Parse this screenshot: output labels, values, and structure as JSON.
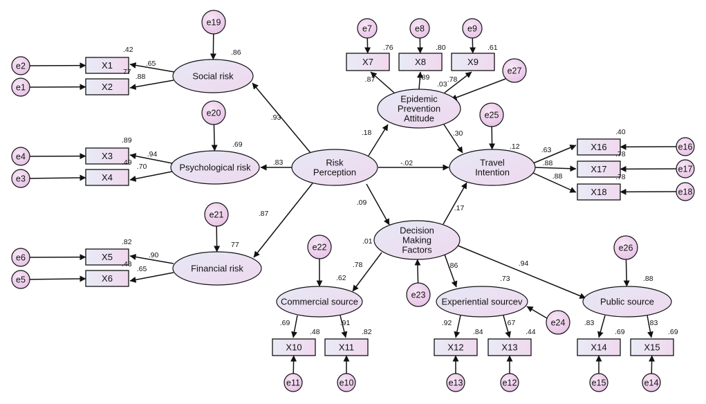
{
  "latents": [
    {
      "id": "social",
      "label": [
        "Social risk"
      ],
      "r2": ".86"
    },
    {
      "id": "psych",
      "label": [
        "Psychological risk"
      ],
      "r2": ".69"
    },
    {
      "id": "fin",
      "label": [
        "Financial risk"
      ],
      "r2": "77"
    },
    {
      "id": "risk",
      "label": [
        "Risk",
        "Perception"
      ],
      "r2": ""
    },
    {
      "id": "epi",
      "label": [
        "Epidemic",
        "Prevention",
        "Attitude"
      ],
      "r2": ".03"
    },
    {
      "id": "travel",
      "label": [
        "Travel",
        "Intention"
      ],
      "r2": ".12"
    },
    {
      "id": "dec",
      "label": [
        "Decision",
        "Making",
        "Factors"
      ],
      "r2": ".01"
    },
    {
      "id": "com",
      "label": [
        "Commercial source"
      ],
      "r2": ".62"
    },
    {
      "id": "exp",
      "label": [
        "Experiential sourcev"
      ],
      "r2": ".73"
    },
    {
      "id": "pub",
      "label": [
        "Public source"
      ],
      "r2": ".88"
    }
  ],
  "observed": [
    {
      "id": "X1",
      "label": "X1",
      "r2": ".42"
    },
    {
      "id": "X2",
      "label": "X2",
      "r2": "77"
    },
    {
      "id": "X3",
      "label": "X3",
      "r2": ".89"
    },
    {
      "id": "X4",
      "label": "X4",
      "r2": ".49"
    },
    {
      "id": "X5",
      "label": "X5",
      "r2": ".82"
    },
    {
      "id": "X6",
      "label": "X6",
      "r2": ".43"
    },
    {
      "id": "X7",
      "label": "X7",
      "r2": ".76"
    },
    {
      "id": "X8",
      "label": "X8",
      "r2": ".80"
    },
    {
      "id": "X9",
      "label": "X9",
      "r2": ".61"
    },
    {
      "id": "X10",
      "label": "X10",
      "r2": ".48"
    },
    {
      "id": "X11",
      "label": "X11",
      "r2": ".82"
    },
    {
      "id": "X12",
      "label": "X12",
      "r2": ".84"
    },
    {
      "id": "X13",
      "label": "X13",
      "r2": ".44"
    },
    {
      "id": "X14",
      "label": "X14",
      "r2": ".69"
    },
    {
      "id": "X15",
      "label": "X15",
      "r2": ".69"
    },
    {
      "id": "X16",
      "label": "X16",
      "r2": ".40"
    },
    {
      "id": "X17",
      "label": "X17",
      "r2": ".78"
    },
    {
      "id": "X18",
      "label": "X18",
      "r2": ".78"
    }
  ],
  "errors": [
    {
      "id": "e1",
      "label": "e1"
    },
    {
      "id": "e2",
      "label": "e2"
    },
    {
      "id": "e3",
      "label": "e3"
    },
    {
      "id": "e4",
      "label": "e4"
    },
    {
      "id": "e5",
      "label": "e5"
    },
    {
      "id": "e6",
      "label": "e6"
    },
    {
      "id": "e7",
      "label": "e7"
    },
    {
      "id": "e8",
      "label": "e8"
    },
    {
      "id": "e9",
      "label": "e9"
    },
    {
      "id": "e10",
      "label": "e10"
    },
    {
      "id": "e11",
      "label": "e11"
    },
    {
      "id": "e12",
      "label": "e12"
    },
    {
      "id": "e13",
      "label": "e13"
    },
    {
      "id": "e14",
      "label": "e14"
    },
    {
      "id": "e15",
      "label": "e15"
    },
    {
      "id": "e16",
      "label": "e16"
    },
    {
      "id": "e17",
      "label": "e17"
    },
    {
      "id": "e18",
      "label": "e18"
    },
    {
      "id": "e19",
      "label": "e19"
    },
    {
      "id": "e20",
      "label": "e20"
    },
    {
      "id": "e21",
      "label": "e21"
    },
    {
      "id": "e22",
      "label": "e22"
    },
    {
      "id": "e23",
      "label": "e23"
    },
    {
      "id": "e24",
      "label": "e24"
    },
    {
      "id": "e25",
      "label": "e25"
    },
    {
      "id": "e26",
      "label": "e26"
    },
    {
      "id": "e27",
      "label": "e27"
    }
  ],
  "paths": [
    {
      "from": "risk",
      "to": "social",
      "coef": ".93"
    },
    {
      "from": "risk",
      "to": "psych",
      "coef": ".83"
    },
    {
      "from": "risk",
      "to": "fin",
      "coef": ".87"
    },
    {
      "from": "risk",
      "to": "epi",
      "coef": ".18"
    },
    {
      "from": "risk",
      "to": "travel",
      "coef": "-.02"
    },
    {
      "from": "risk",
      "to": "dec",
      "coef": ".09"
    },
    {
      "from": "epi",
      "to": "travel",
      "coef": ".30"
    },
    {
      "from": "dec",
      "to": "travel",
      "coef": ".17"
    },
    {
      "from": "dec",
      "to": "com",
      "coef": ".78"
    },
    {
      "from": "dec",
      "to": "exp",
      "coef": ".86"
    },
    {
      "from": "dec",
      "to": "pub",
      "coef": ".94"
    },
    {
      "from": "social",
      "to": "X1",
      "coef": ".65"
    },
    {
      "from": "social",
      "to": "X2",
      "coef": ".88"
    },
    {
      "from": "psych",
      "to": "X3",
      "coef": ".94"
    },
    {
      "from": "psych",
      "to": "X4",
      "coef": ".70"
    },
    {
      "from": "fin",
      "to": "X5",
      "coef": ".90"
    },
    {
      "from": "fin",
      "to": "X6",
      "coef": ".65"
    },
    {
      "from": "epi",
      "to": "X7",
      "coef": ".87"
    },
    {
      "from": "epi",
      "to": "X8",
      "coef": ".89"
    },
    {
      "from": "epi",
      "to": "X9",
      "coef": ".78"
    },
    {
      "from": "travel",
      "to": "X16",
      "coef": ".63"
    },
    {
      "from": "travel",
      "to": "X17",
      "coef": ".88"
    },
    {
      "from": "travel",
      "to": "X18",
      "coef": ".88"
    },
    {
      "from": "com",
      "to": "X10",
      "coef": ".69"
    },
    {
      "from": "com",
      "to": "X11",
      "coef": ".91"
    },
    {
      "from": "exp",
      "to": "X12",
      "coef": ".92"
    },
    {
      "from": "exp",
      "to": "X13",
      "coef": ".67"
    },
    {
      "from": "pub",
      "to": "X14",
      "coef": ".83"
    },
    {
      "from": "pub",
      "to": "X15",
      "coef": ".83"
    },
    {
      "from": "e1",
      "to": "X2",
      "coef": ""
    },
    {
      "from": "e2",
      "to": "X1",
      "coef": ""
    },
    {
      "from": "e3",
      "to": "X4",
      "coef": ""
    },
    {
      "from": "e4",
      "to": "X3",
      "coef": ""
    },
    {
      "from": "e5",
      "to": "X6",
      "coef": ""
    },
    {
      "from": "e6",
      "to": "X5",
      "coef": ""
    },
    {
      "from": "e7",
      "to": "X7",
      "coef": ""
    },
    {
      "from": "e8",
      "to": "X8",
      "coef": ""
    },
    {
      "from": "e9",
      "to": "X9",
      "coef": ""
    },
    {
      "from": "e10",
      "to": "X11",
      "coef": ""
    },
    {
      "from": "e11",
      "to": "X10",
      "coef": ""
    },
    {
      "from": "e12",
      "to": "X13",
      "coef": ""
    },
    {
      "from": "e13",
      "to": "X12",
      "coef": ""
    },
    {
      "from": "e14",
      "to": "X15",
      "coef": ""
    },
    {
      "from": "e15",
      "to": "X14",
      "coef": ""
    },
    {
      "from": "e16",
      "to": "X16",
      "coef": ""
    },
    {
      "from": "e17",
      "to": "X17",
      "coef": ""
    },
    {
      "from": "e18",
      "to": "X18",
      "coef": ""
    },
    {
      "from": "e19",
      "to": "social",
      "coef": ""
    },
    {
      "from": "e20",
      "to": "psych",
      "coef": ""
    },
    {
      "from": "e21",
      "to": "fin",
      "coef": ""
    },
    {
      "from": "e22",
      "to": "com",
      "coef": ""
    },
    {
      "from": "e23",
      "to": "dec",
      "coef": ""
    },
    {
      "from": "e24",
      "to": "exp",
      "coef": ""
    },
    {
      "from": "e25",
      "to": "travel",
      "coef": ""
    },
    {
      "from": "e26",
      "to": "pub",
      "coef": ""
    },
    {
      "from": "e27",
      "to": "epi",
      "coef": ""
    }
  ]
}
